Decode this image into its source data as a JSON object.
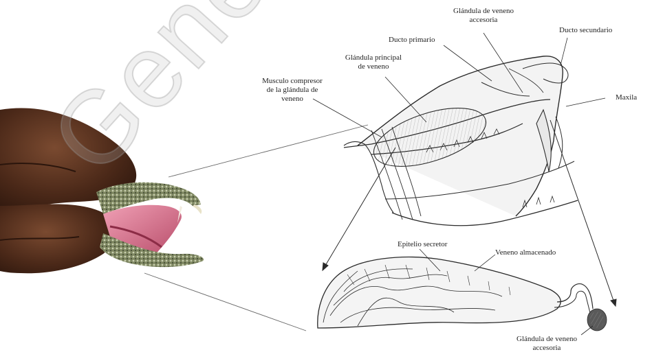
{
  "labels": {
    "accessory_gland_top": [
      "Glándula de veneno",
      "accesoria"
    ],
    "secondary_duct": "Ducto secundario",
    "primary_duct": "Ducto primario",
    "main_gland": [
      "Glándula principal",
      "de veneno"
    ],
    "compressor_muscle": [
      "Musculo compresor",
      "de la  glándula de",
      "veneno"
    ],
    "maxilla": "Maxila",
    "secretory_epithelium": "Epitelio secretor",
    "stored_venom": "Veneno almacenado",
    "accessory_gland_bottom": [
      "Glándula de veneno",
      "accesoria"
    ]
  },
  "watermark": "General de",
  "colors": {
    "line": "#2a2a2a",
    "snake_body": "#6f7a55",
    "mouth": "#d86a86",
    "finger": "#4a2a1a"
  }
}
